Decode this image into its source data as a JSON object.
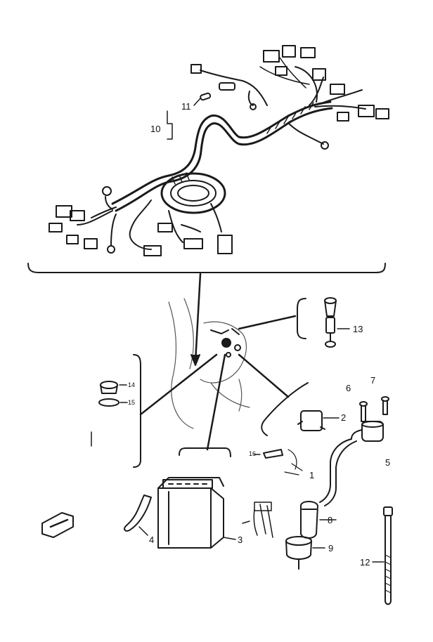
{
  "figure": {
    "kind": "exploded parts diagram",
    "callouts": {
      "c1": "1",
      "c2": "2",
      "c3": "3",
      "c4": "4",
      "c5": "5",
      "c6": "6",
      "c7": "7",
      "c8": "8",
      "c9": "9",
      "c10": "10",
      "c11": "11",
      "c12": "12",
      "c13": "13",
      "c14": "14",
      "c15": "15",
      "c16": "16"
    },
    "line_color": "#1a1a1a",
    "fill_color": "#ffffff"
  }
}
